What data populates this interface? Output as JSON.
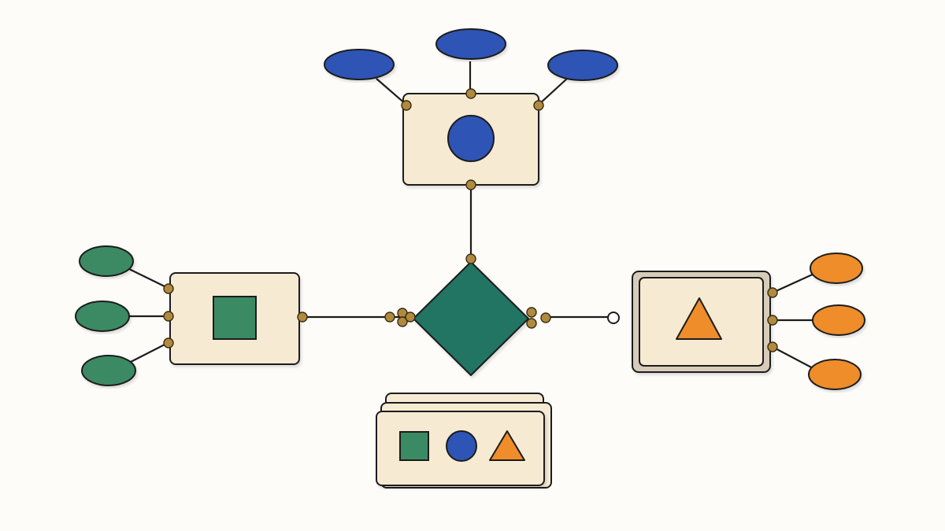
{
  "colors": {
    "background": "#fdfcf9",
    "card": "#f6ead3",
    "card_shadow": "#d6ccb9",
    "outline": "#1c1c1c",
    "port": "#b08a3e",
    "blue": "#2e55b5",
    "green": "#3a8a63",
    "orange": "#ee8d2a",
    "teal": "#227562"
  },
  "icons": {
    "top_entity": "circle-icon",
    "left_entity": "square-icon",
    "right_entity": "triangle-icon",
    "legend": [
      "square-icon",
      "circle-icon",
      "triangle-icon"
    ]
  },
  "structure": {
    "top_attributes": 3,
    "left_attributes": 3,
    "right_attributes": 3,
    "relationship": "diamond",
    "right_entity_style": "double-border",
    "legend_style": "stacked-cards"
  }
}
